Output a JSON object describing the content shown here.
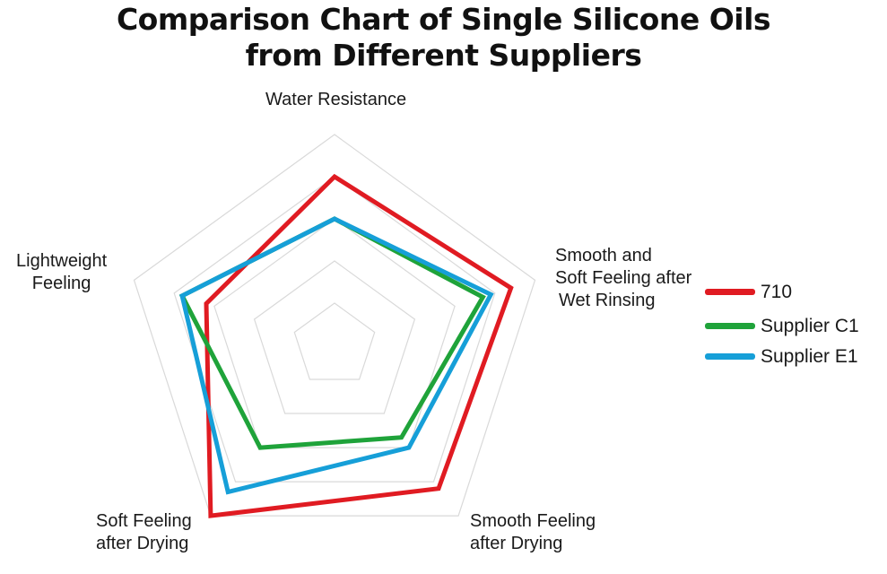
{
  "chart_data": {
    "type": "radar",
    "title_lines": [
      "Comparison Chart of Single Silicone Oils",
      "from Different Suppliers"
    ],
    "axes": [
      {
        "label_lines": [
          "Water Resistance"
        ]
      },
      {
        "label_lines": [
          "Smooth and",
          "Soft Feeling after",
          "Wet Rinsing"
        ]
      },
      {
        "label_lines": [
          "Smooth Feeling",
          "after Drying"
        ]
      },
      {
        "label_lines": [
          "Soft Feeling",
          "after Drying"
        ]
      },
      {
        "label_lines": [
          "Lightweight",
          "Feeling"
        ]
      }
    ],
    "rlim": [
      0,
      5
    ],
    "grid_levels": 5,
    "grid": true,
    "legend_position": "right",
    "series": [
      {
        "name": "710",
        "color": "#e01b22",
        "values": [
          4.0,
          4.4,
          4.2,
          5.0,
          3.2
        ]
      },
      {
        "name": "Supplier C1",
        "color": "#1fa33a",
        "values": [
          3.0,
          3.7,
          2.7,
          3.0,
          3.8
        ]
      },
      {
        "name": "Supplier E1",
        "color": "#169fd8",
        "values": [
          3.0,
          3.9,
          3.0,
          4.3,
          3.8
        ]
      }
    ]
  }
}
